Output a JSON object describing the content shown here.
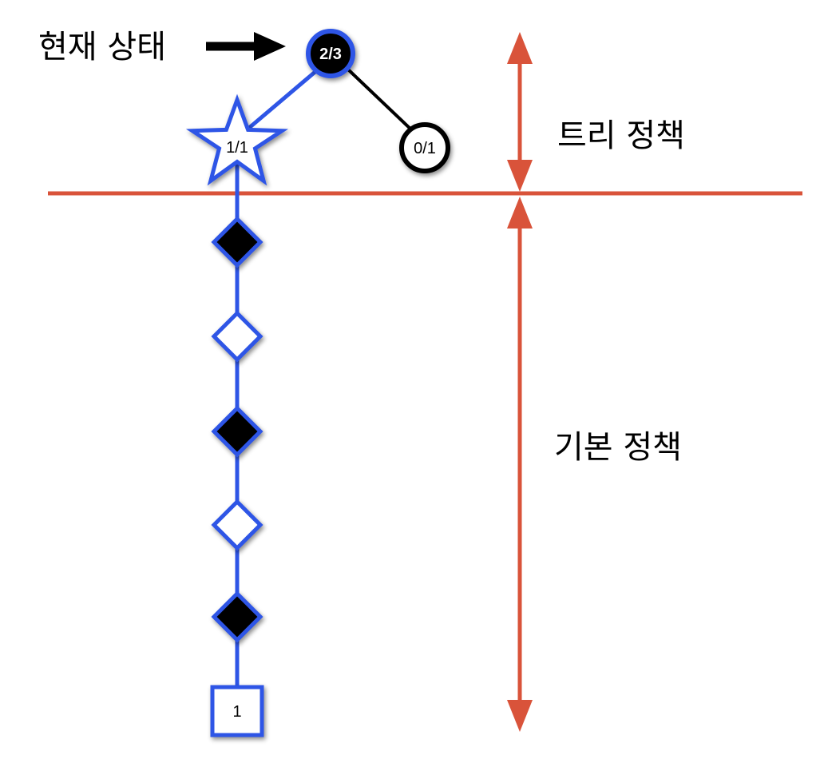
{
  "labels": {
    "current_state": "현재 상태",
    "tree_policy": "트리 정책",
    "default_policy": "기본 정책"
  },
  "nodes": {
    "root": "2/3",
    "left_child": "1/1",
    "right_child": "0/1",
    "terminal": "1"
  },
  "colors": {
    "blue": "#2e55e6",
    "red": "#d9533a",
    "black": "#000000"
  }
}
